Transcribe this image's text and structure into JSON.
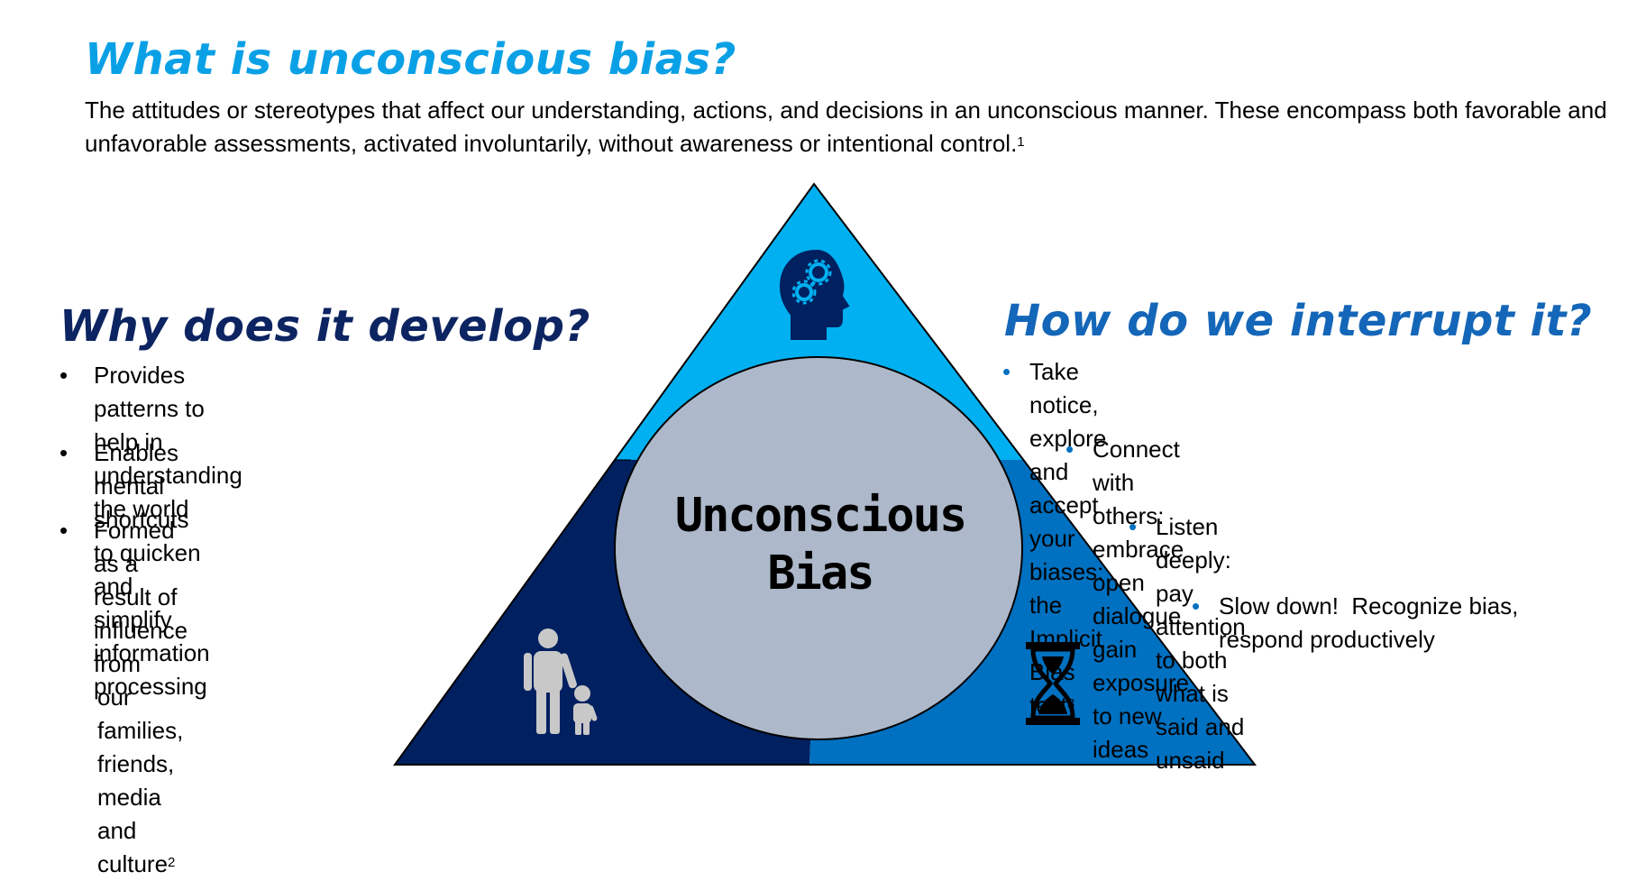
{
  "header": {
    "title": "What is unconscious bias?",
    "intro_text": "The attitudes or stereotypes that affect our understanding, actions, and decisions in an unconscious manner. These encompass both favorable and unfavorable assessments, activated involuntarily, without awareness or intentional control.",
    "intro_ref": "1"
  },
  "left": {
    "title": "Why does it develop?",
    "bullets": [
      {
        "text_line1": "Provides patterns to help in understanding",
        "text_line2": "the world",
        "ref": ""
      },
      {
        "text_line1": "Enables mental shortcuts to quicken and",
        "text_line2": "simplify information processing",
        "ref": ""
      },
      {
        "text_line1": "Formed as a result of influence from",
        "text_line2": "our families, friends, media and",
        "text_line3": "culture",
        "ref": "2"
      }
    ]
  },
  "right": {
    "title": "How do we interrupt it?",
    "bullets": [
      {
        "text_line1": "Take notice, explore and accept your biases: the",
        "text_line2": "Implicit Bias test",
        "ref": "3"
      },
      {
        "text_line1": "Connect with others: embrace open dialogue,",
        "text_line2": "gain exposure to new ideas",
        "ref": ""
      },
      {
        "text_line1": "Listen deeply: pay attention to both",
        "text_line2": "what is said and unsaid",
        "ref": ""
      },
      {
        "text_line1": "Slow down!  Recognize bias,",
        "text_line2": "respond productively",
        "ref": ""
      }
    ]
  },
  "diagram": {
    "center_label_line1": "Unconscious",
    "center_label_line2": "Bias",
    "icons": [
      "head-gears-icon",
      "parent-child-icon",
      "hourglass-icon"
    ]
  },
  "colors": {
    "title_light_blue": "#0aa0e6",
    "title_navy": "#0c2461",
    "title_mid_blue": "#1466b8",
    "tri_top": "#00b0f0",
    "tri_left": "#002060",
    "tri_right": "#0070c0",
    "circle_fill": "#adb9ca",
    "bullet_blue": "#0070c0"
  }
}
